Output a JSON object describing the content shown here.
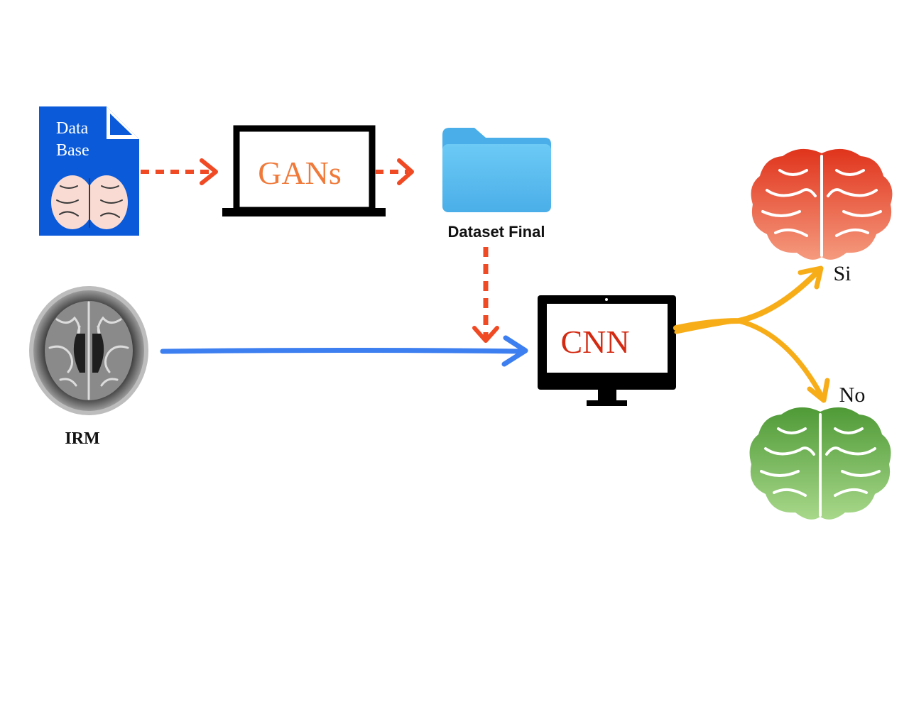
{
  "database": {
    "line1": "Data",
    "line2": "Base",
    "icon": "document-brain-icon"
  },
  "gans": {
    "label": "GANs",
    "icon": "laptop-icon"
  },
  "dataset": {
    "label": "Dataset Final",
    "icon": "folder-icon"
  },
  "irm": {
    "label": "IRM",
    "icon": "mri-scan-icon"
  },
  "cnn": {
    "label": "CNN",
    "icon": "monitor-icon"
  },
  "outputs": {
    "yes": {
      "label": "Si",
      "icon": "red-brain-icon"
    },
    "no": {
      "label": "No",
      "icon": "green-brain-icon"
    }
  },
  "colors": {
    "doc_blue": "#0a5ad9",
    "dashed_arrow": "#f04a24",
    "blue_arrow": "#3d7ff0",
    "orange_arrow": "#f7ad18",
    "gans_text": "#f07a3a",
    "cnn_text": "#d42a12",
    "folder": "#5cbcef"
  }
}
